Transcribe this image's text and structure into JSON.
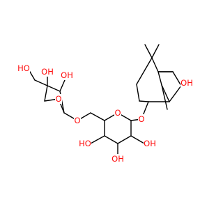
{
  "colors": {
    "heteroatom": "#ff0d0d",
    "carbon_bond": "#000000",
    "background": "#ffffff"
  },
  "labels": {
    "oh_bicyclic": "OH",
    "o_aglycone_link": "O",
    "o_pyranose_ring": "O",
    "o_glycosidic_ch2": "O",
    "o_furanose_ring": "O",
    "oh_furanose_c3": "OH",
    "oh_furanose_c4": "OH",
    "ho_hydroxymethyl": "HO",
    "ho_pyranose_c4": "HO",
    "oh_pyranose_c3": "OH",
    "oh_pyranose_c2": "OH"
  }
}
